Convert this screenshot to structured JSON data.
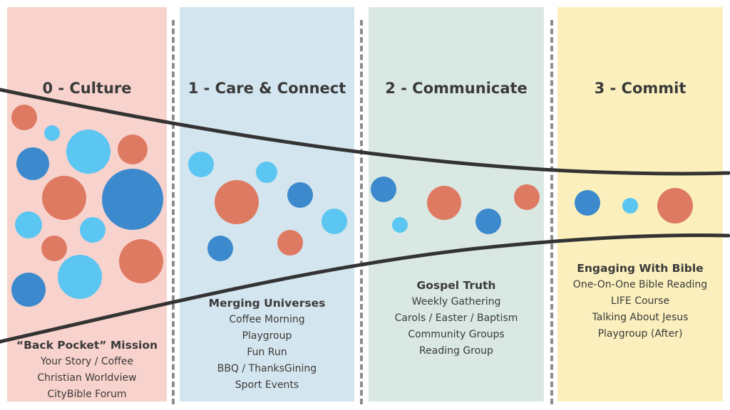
{
  "stages": [
    {
      "title": "0 - Culture",
      "color": "#f8d2cc",
      "heading": "“Back Pocket” Mission",
      "items": [
        "Your Story / Coffee",
        "Christian Worldview",
        "CityBible Forum"
      ]
    },
    {
      "title": "1 - Care & Connect",
      "color": "#d3e5ee",
      "heading": "Merging Universes",
      "items": [
        "Coffee Morning",
        "Playgroup",
        "Fun Run",
        "BBQ / ThanksGining",
        "Sport Events"
      ]
    },
    {
      "title": "2 - Communicate",
      "color": "#d9e8e2",
      "heading": "Gospel Truth",
      "items": [
        "Weekly Gathering",
        "Carols / Easter / Baptism",
        "Community Groups",
        "Reading Group"
      ]
    },
    {
      "title": "3 - Commit",
      "color": "#fbf0bd",
      "heading": "Engaging With Bible",
      "items": [
        "One-On-One Bible Reading",
        "LIFE Course",
        "Talking About Jesus",
        "Playgroup (After)"
      ]
    }
  ],
  "colors": {
    "salmon": "#df7a62",
    "light_blue": "#5bc6f2",
    "dark_blue": "#3c8acd",
    "funnel_line": "#333333",
    "divider": "#8c8c8c",
    "text": "#3a3a3a"
  }
}
